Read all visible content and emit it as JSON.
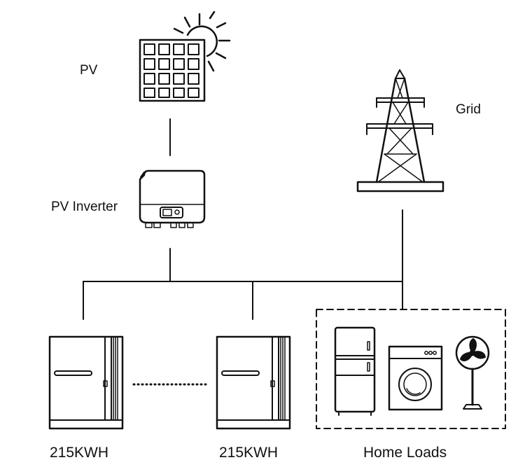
{
  "colors": {
    "stroke": "#111111",
    "background": "#ffffff"
  },
  "labels": {
    "pv": "PV",
    "grid": "Grid",
    "pv_inverter": "PV Inverter",
    "battery_left": "215KWH",
    "battery_right": "215KWH",
    "home_loads": "Home Loads"
  },
  "icons": {
    "pv": "solar-panel-sun-icon",
    "inverter": "pv-inverter-icon",
    "grid": "transmission-tower-icon",
    "battery": "battery-cabinet-icon",
    "fridge": "refrigerator-icon",
    "washer": "washing-machine-icon",
    "fan": "standing-fan-icon"
  }
}
